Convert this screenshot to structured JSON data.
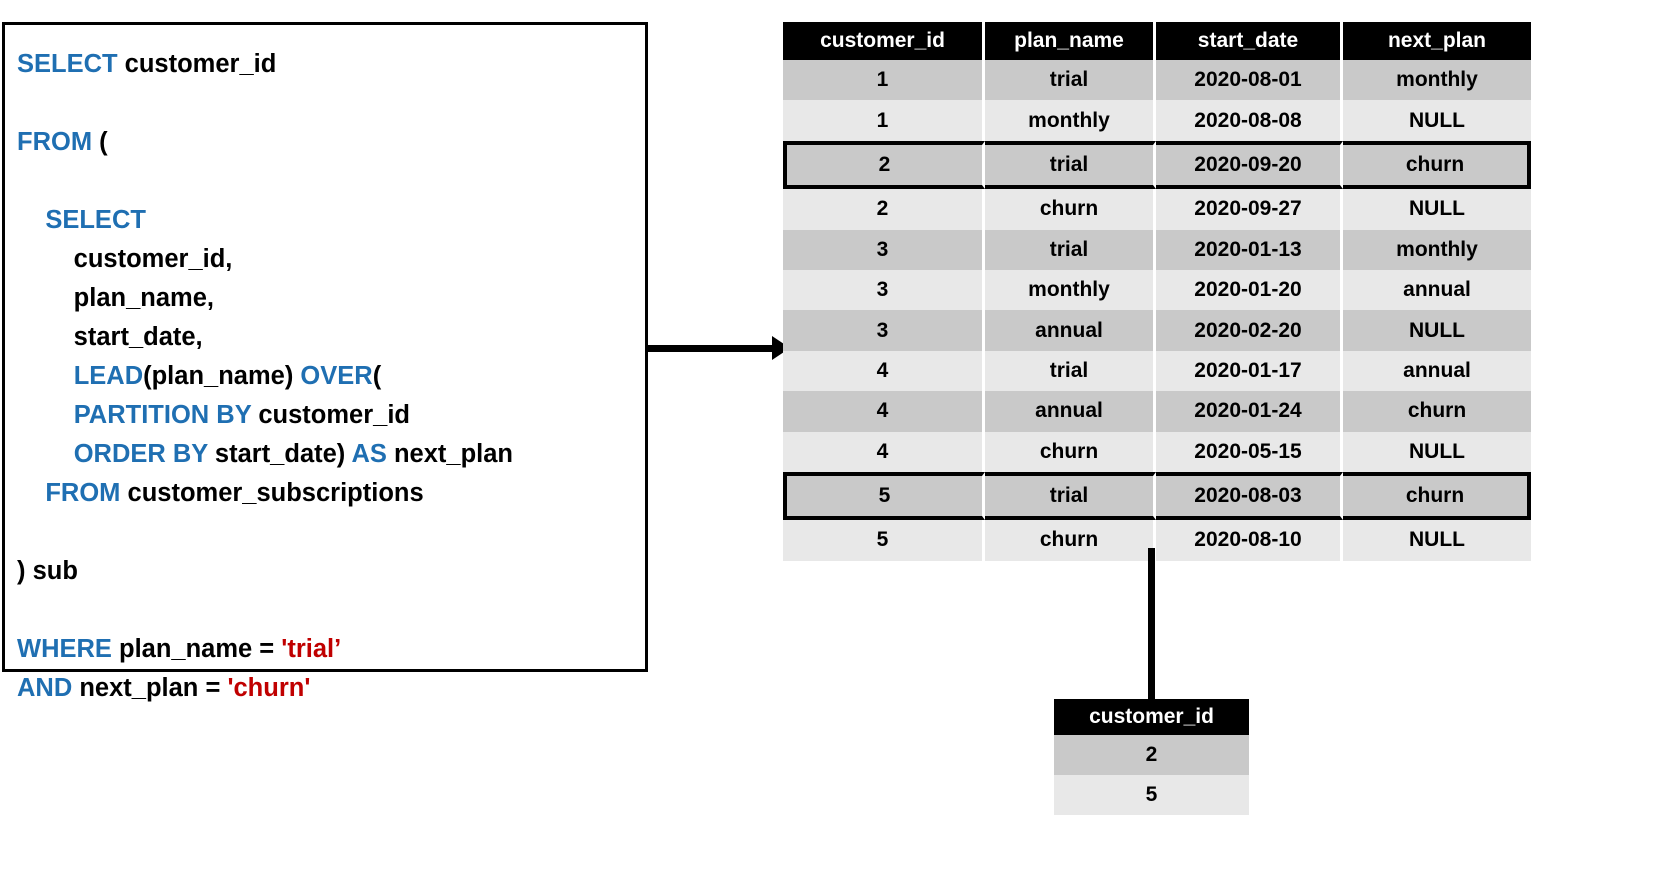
{
  "query": {
    "title": "sql-query",
    "colors": {
      "keyword": "#1F6FB2",
      "identifier": "#000000",
      "string": "#C00000"
    },
    "lines": [
      [
        {
          "t": "SELECT",
          "c": "kw"
        },
        {
          "t": " customer_id",
          "c": "id"
        }
      ],
      [],
      [
        {
          "t": "FROM",
          "c": "kw"
        },
        {
          "t": " (",
          "c": "id"
        }
      ],
      [],
      [
        {
          "t": "    ",
          "c": "id"
        },
        {
          "t": "SELECT",
          "c": "kw"
        }
      ],
      [
        {
          "t": "        customer_id,",
          "c": "id"
        }
      ],
      [
        {
          "t": "        plan_name,",
          "c": "id"
        }
      ],
      [
        {
          "t": "        start_date,",
          "c": "id"
        }
      ],
      [
        {
          "t": "        ",
          "c": "id"
        },
        {
          "t": "LEAD",
          "c": "kw"
        },
        {
          "t": "(plan_name) ",
          "c": "id"
        },
        {
          "t": "OVER",
          "c": "kw"
        },
        {
          "t": "(",
          "c": "id"
        }
      ],
      [
        {
          "t": "        ",
          "c": "id"
        },
        {
          "t": "PARTITION BY",
          "c": "kw"
        },
        {
          "t": " customer_id",
          "c": "id"
        }
      ],
      [
        {
          "t": "        ",
          "c": "id"
        },
        {
          "t": "ORDER BY",
          "c": "kw"
        },
        {
          "t": " start_date) ",
          "c": "id"
        },
        {
          "t": "AS",
          "c": "kw"
        },
        {
          "t": " next_plan",
          "c": "id"
        }
      ],
      [
        {
          "t": "    ",
          "c": "id"
        },
        {
          "t": "FROM",
          "c": "kw"
        },
        {
          "t": " customer_subscriptions",
          "c": "id"
        }
      ],
      [],
      [
        {
          "t": ") sub",
          "c": "id"
        }
      ],
      [],
      [
        {
          "t": "WHERE",
          "c": "kw"
        },
        {
          "t": " plan_name = ",
          "c": "id"
        },
        {
          "t": "'trial’",
          "c": "str"
        }
      ],
      [
        {
          "t": "AND",
          "c": "kw"
        },
        {
          "t": " next_plan = ",
          "c": "id"
        },
        {
          "t": "'churn'",
          "c": "str"
        }
      ]
    ]
  },
  "main_table": {
    "name": "customer_subscriptions-with-next-plan",
    "columns": [
      "customer_id",
      "plan_name",
      "start_date",
      "next_plan"
    ],
    "rows": [
      {
        "cells": [
          "1",
          "trial",
          "2020-08-01",
          "monthly"
        ],
        "band": "dark",
        "highlight": false
      },
      {
        "cells": [
          "1",
          "monthly",
          "2020-08-08",
          "NULL"
        ],
        "band": "light",
        "highlight": false
      },
      {
        "cells": [
          "2",
          "trial",
          "2020-09-20",
          "churn"
        ],
        "band": "dark",
        "highlight": true
      },
      {
        "cells": [
          "2",
          "churn",
          "2020-09-27",
          "NULL"
        ],
        "band": "light",
        "highlight": false
      },
      {
        "cells": [
          "3",
          "trial",
          "2020-01-13",
          "monthly"
        ],
        "band": "dark",
        "highlight": false
      },
      {
        "cells": [
          "3",
          "monthly",
          "2020-01-20",
          "annual"
        ],
        "band": "light",
        "highlight": false
      },
      {
        "cells": [
          "3",
          "annual",
          "2020-02-20",
          "NULL"
        ],
        "band": "dark",
        "highlight": false
      },
      {
        "cells": [
          "4",
          "trial",
          "2020-01-17",
          "annual"
        ],
        "band": "light",
        "highlight": false
      },
      {
        "cells": [
          "4",
          "annual",
          "2020-01-24",
          "churn"
        ],
        "band": "dark",
        "highlight": false
      },
      {
        "cells": [
          "4",
          "churn",
          "2020-05-15",
          "NULL"
        ],
        "band": "light",
        "highlight": false
      },
      {
        "cells": [
          "5",
          "trial",
          "2020-08-03",
          "churn"
        ],
        "band": "dark",
        "highlight": true
      },
      {
        "cells": [
          "5",
          "churn",
          "2020-08-10",
          "NULL"
        ],
        "band": "light",
        "highlight": false
      }
    ]
  },
  "result_table": {
    "name": "query-result",
    "columns": [
      "customer_id"
    ],
    "rows": [
      {
        "cells": [
          "2"
        ],
        "band": "dark"
      },
      {
        "cells": [
          "5"
        ],
        "band": "light"
      }
    ]
  },
  "arrows": [
    {
      "name": "query-to-table-arrow",
      "direction": "right"
    },
    {
      "name": "table-to-result-arrow",
      "direction": "down"
    }
  ]
}
